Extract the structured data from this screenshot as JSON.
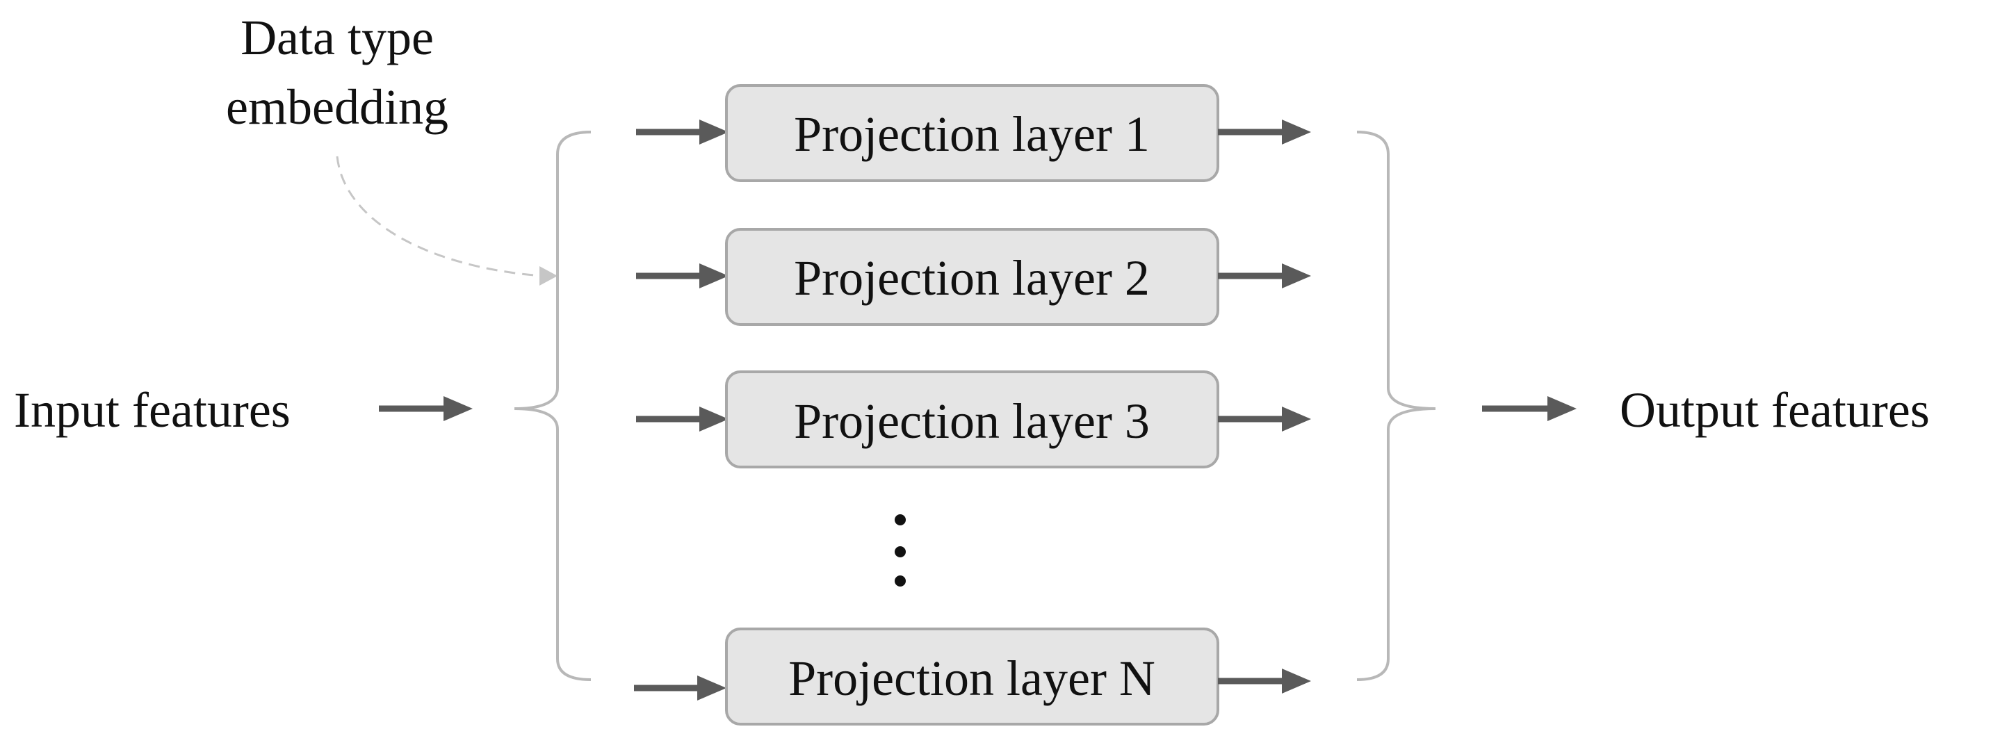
{
  "labels": {
    "data_type_embedding_line1": "Data type",
    "data_type_embedding_line2": "embedding",
    "input_features": "Input features",
    "output_features": "Output features"
  },
  "projection_layers": [
    "Projection layer 1",
    "Projection layer 2",
    "Projection layer 3",
    "Projection layer N"
  ],
  "ellipsis": "⋮",
  "colors": {
    "box_fill": "#e5e5e5",
    "box_border": "#a8a8a8",
    "arrow": "#5a5a5a",
    "brace": "#b8b8b8",
    "dashed_arrow": "#c6c6c6",
    "text": "#111111"
  }
}
